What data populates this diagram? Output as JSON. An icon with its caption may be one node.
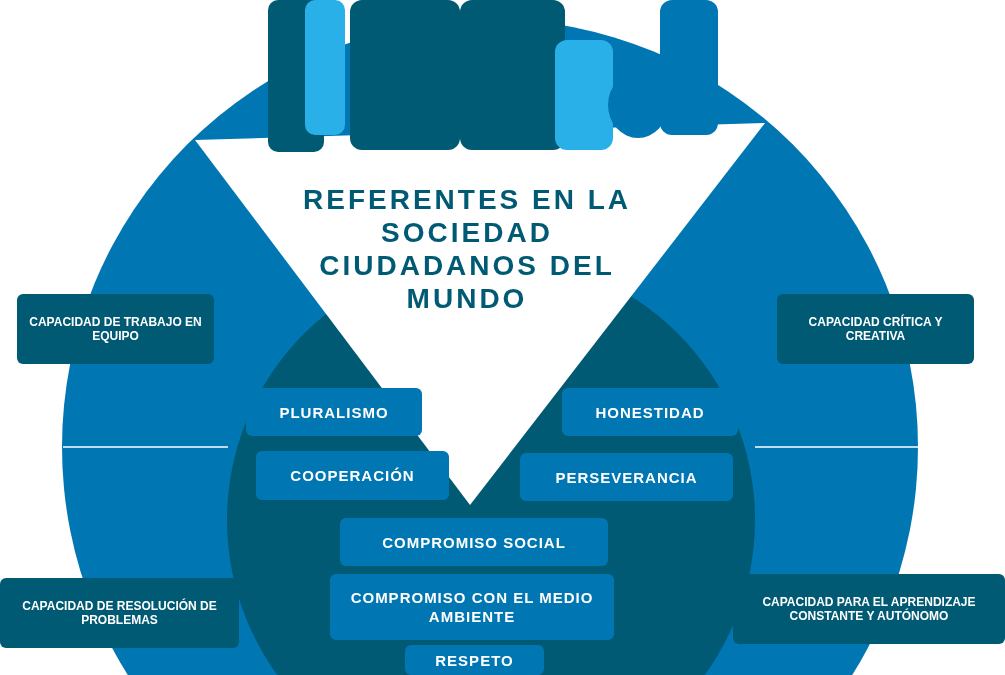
{
  "diagram": {
    "title": "REFERENTES EN LA SOCIEDAD CIUDADANOS DEL MUNDO",
    "nodes": [
      {
        "text": [
          "CAPACIDAD DE TRABAJO EN EQUIPO"
        ]
      },
      {
        "text": [
          "CAPACIDAD CRÍTICA Y CREATIVA"
        ]
      },
      {
        "text": [
          "PLURALISMO"
        ]
      },
      {
        "text": [
          "HONESTIDAD"
        ]
      },
      {
        "text": [
          "COOPERACIÓN"
        ]
      },
      {
        "text": [
          "PERSEVERANCIA"
        ]
      },
      {
        "text": [
          "COMPROMISO SOCIAL"
        ]
      },
      {
        "text": [
          "COMPROMISO CON EL MEDIO AMBIENTE"
        ]
      },
      {
        "text": [
          "CAPACIDAD DE RESOLUCIÓN DE PROBLEMAS"
        ]
      },
      {
        "text": [
          "CAPACIDAD PARA EL APRENDIZAJE CONSTANTE Y AUTÓNOMO"
        ]
      },
      {
        "text": [
          "RESPETO"
        ]
      }
    ]
  }
}
